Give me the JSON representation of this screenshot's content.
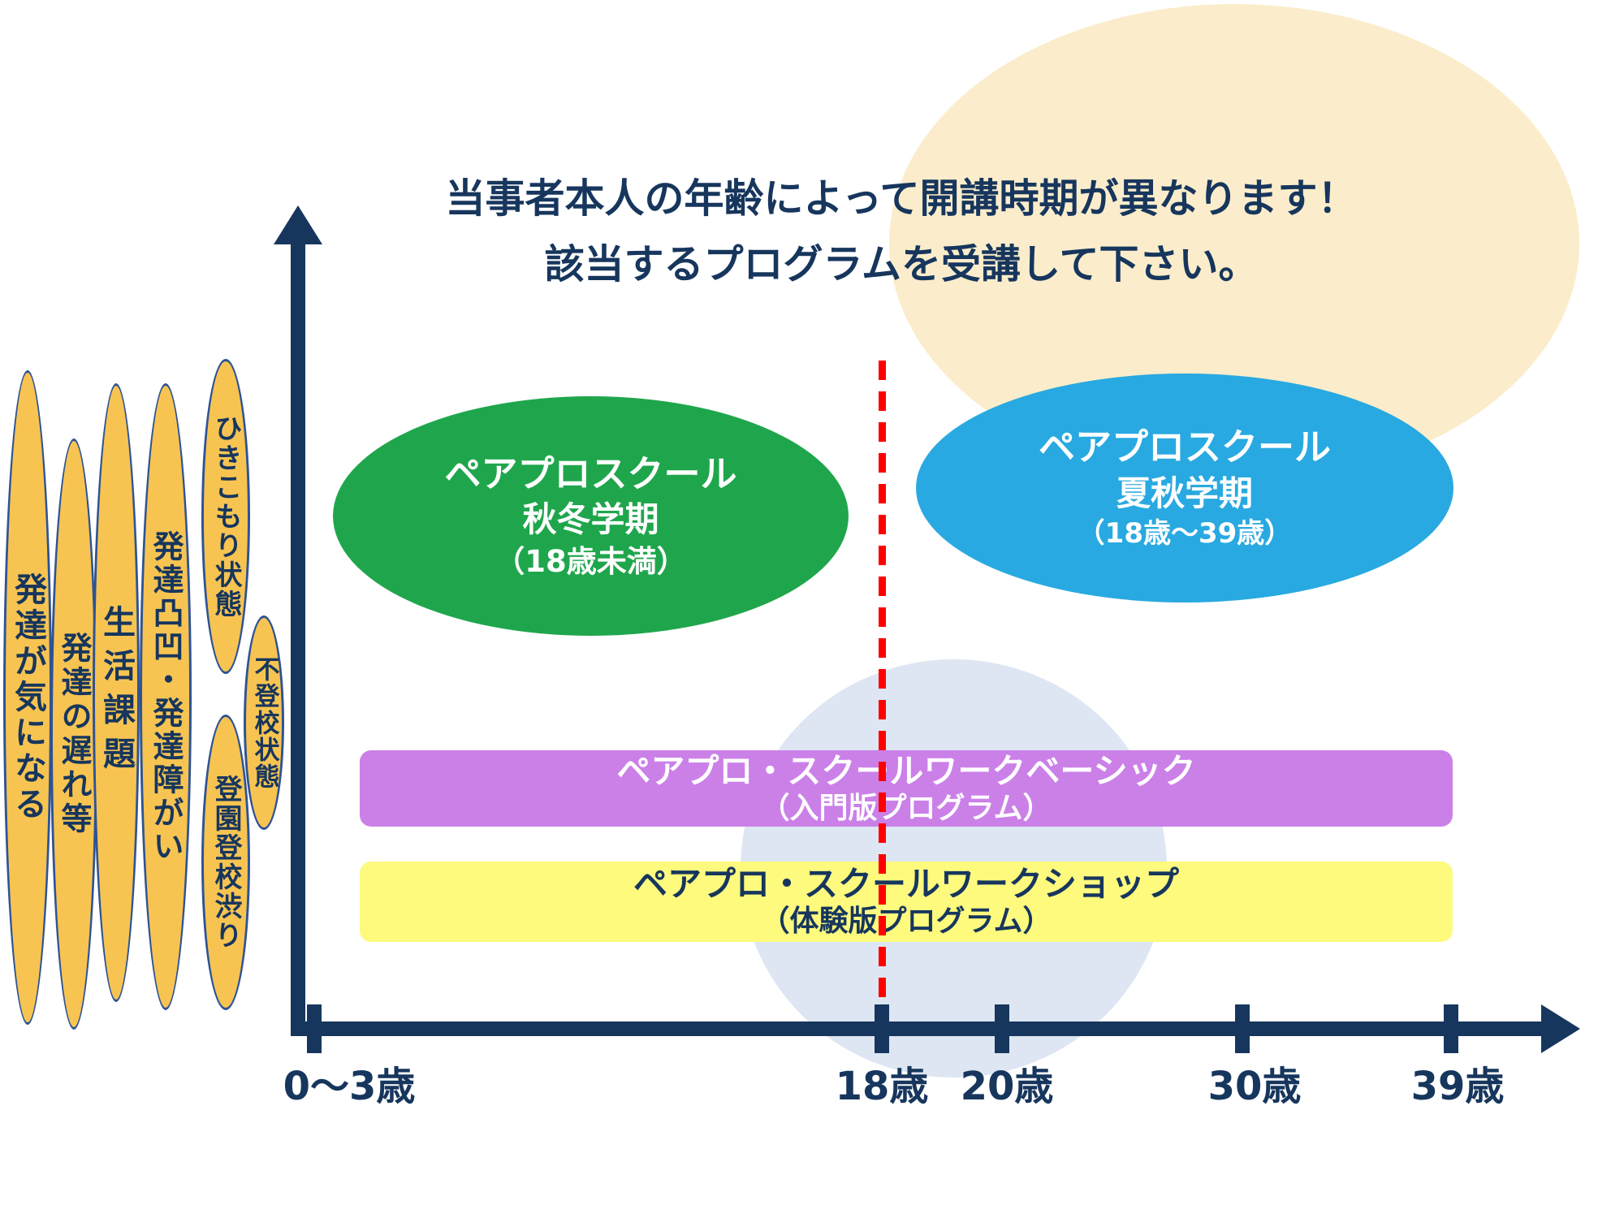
{
  "title": {
    "line1": "当事者本人の年齢によって開講時期が異なります！",
    "line2": "該当するプログラムを受講して下さい。"
  },
  "concern_labels": {
    "c1": "発達が気になる",
    "c2": "発達の遅れ等",
    "c3": "生活課題",
    "c4": "発達凸凹・発達障がい",
    "c5": "ひきこもり状態",
    "c6": "不登校状態",
    "c7": "登園登校渋り"
  },
  "programs": {
    "autumn_winter": {
      "name": "ペアプロスクール",
      "term": "秋冬学期",
      "age_range": "（18歳未満）"
    },
    "summer_autumn": {
      "name": "ペアプロスクール",
      "term": "夏秋学期",
      "age_range": "（18歳～39歳）"
    },
    "basic": {
      "name": "ペアプロ・スクールワークベーシック",
      "subtitle": "（入門版プログラム）"
    },
    "workshop": {
      "name": "ペアプロ・スクールワークショップ",
      "subtitle": "（体験版プログラム）"
    }
  },
  "axis": {
    "tick_labels": [
      "0～3歳",
      "18歳",
      "20歳",
      "30歳",
      "39歳"
    ]
  },
  "colors": {
    "navy": "#17365D",
    "gold": "#F7C452",
    "green": "#1FA64C",
    "sky_blue": "#29A9E1",
    "purple": "#CB80E8",
    "pale_yellow": "#FDFA7E",
    "cream": "#FBEDCB",
    "pale_blue": "#DDE6F2",
    "red": "#FF0000"
  }
}
